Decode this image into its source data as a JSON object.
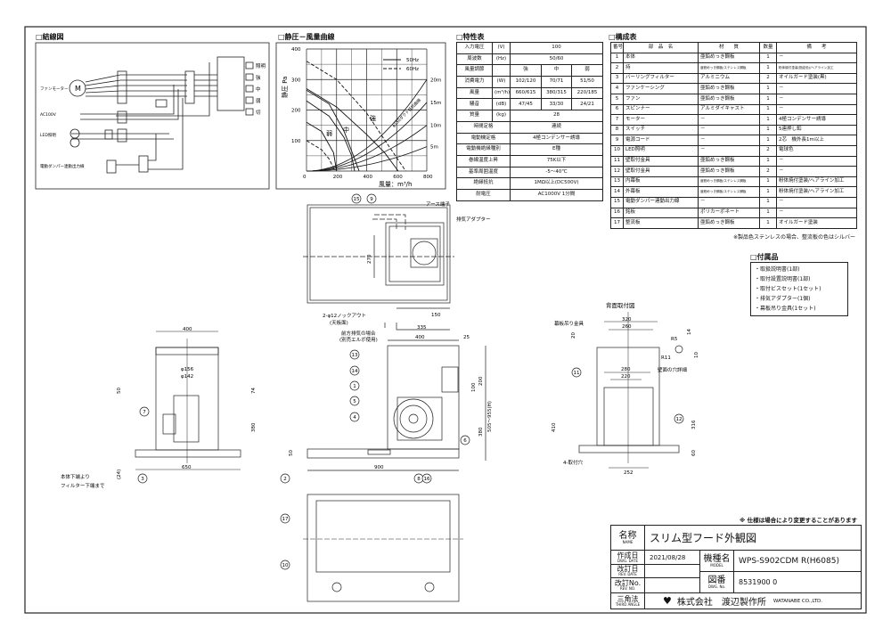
{
  "wiring": {
    "title": "□結線図",
    "fan_motor": "ファンモーター",
    "ac": "AC100V",
    "led": "LED照明",
    "damper": "電動ダンパー連動出力線",
    "motor_symbol": "M",
    "switch_labels": [
      "照明",
      "強",
      "中",
      "弱",
      "切"
    ]
  },
  "curve": {
    "title": "□静圧－風量曲線"
  },
  "chart_data": {
    "type": "line",
    "title": "□静圧－風量曲線",
    "xlabel": "風量：m³/h",
    "ylabel": "静圧 Pa",
    "xlim": [
      0,
      800
    ],
    "ylim": [
      0,
      400
    ],
    "xticks": [
      "0",
      "200",
      "400",
      "600",
      "800"
    ],
    "yticks": [
      "100",
      "200",
      "300",
      "400"
    ],
    "grid": true,
    "legend": [
      "50Hz",
      "60Hz"
    ],
    "legend_position": "top-right",
    "series": [
      {
        "name": "強 50Hz",
        "style": "solid",
        "points": [
          [
            0,
            270
          ],
          [
            200,
            210
          ],
          [
            400,
            120
          ],
          [
            520,
            60
          ],
          [
            610,
            0
          ]
        ]
      },
      {
        "name": "強 60Hz",
        "style": "dashed",
        "points": [
          [
            0,
            360
          ],
          [
            200,
            300
          ],
          [
            400,
            190
          ],
          [
            550,
            80
          ],
          [
            660,
            0
          ]
        ]
      },
      {
        "name": "中 50Hz",
        "style": "solid",
        "points": [
          [
            0,
            230
          ],
          [
            150,
            180
          ],
          [
            250,
            110
          ],
          [
            300,
            50
          ],
          [
            320,
            0
          ]
        ]
      },
      {
        "name": "中 60Hz",
        "style": "solid",
        "points": [
          [
            0,
            265
          ],
          [
            150,
            220
          ],
          [
            250,
            130
          ],
          [
            320,
            40
          ],
          [
            350,
            0
          ]
        ]
      },
      {
        "name": "弱 50Hz",
        "style": "solid",
        "points": [
          [
            0,
            160
          ],
          [
            100,
            130
          ],
          [
            180,
            60
          ],
          [
            200,
            0
          ]
        ]
      },
      {
        "name": "弱 60Hz",
        "style": "dashed",
        "points": [
          [
            0,
            100
          ],
          [
            100,
            70
          ],
          [
            150,
            40
          ],
          [
            190,
            0
          ]
        ]
      }
    ],
    "duct_curves": [
      {
        "label": "5m",
        "value_at_800": 80
      },
      {
        "label": "10m",
        "value_at_800": 150
      },
      {
        "label": "15m",
        "value_at_800": 225
      },
      {
        "label": "20m",
        "value_at_800": 300
      }
    ],
    "annotations": [
      "強",
      "中",
      "弱",
      "φ150ダクト抵抗曲線"
    ]
  },
  "spec": {
    "title": "□特性表",
    "rows": [
      [
        "入力電圧",
        "(V)",
        "100"
      ],
      [
        "周波数",
        "(Hz)",
        "50/60"
      ],
      [
        "風量調節",
        "",
        "強",
        "中",
        "弱"
      ],
      [
        "消費電力",
        "(W)",
        "102/120",
        "70/71",
        "51/50"
      ],
      [
        "風量",
        "(m³/h)",
        "660/615",
        "380/315",
        "220/185"
      ],
      [
        "騒音",
        "(dB)",
        "47/45",
        "33/30",
        "24/21"
      ],
      [
        "質量",
        "(kg)",
        "28"
      ],
      [
        "時間定格",
        "連続"
      ],
      [
        "電動機定格",
        "4極コンデンサー誘導"
      ],
      [
        "電動機絶縁種別",
        "E種"
      ],
      [
        "巻線温度上昇",
        "75K以下"
      ],
      [
        "基準周囲温度",
        "-5～40℃"
      ],
      [
        "絶縁抵抗",
        "1MΩ以上(DC500V)"
      ],
      [
        "耐電圧",
        "AC1000V 1分間"
      ]
    ]
  },
  "parts": {
    "title": "□構成表",
    "headers": [
      "番号",
      "部　品　名",
      "材　　質",
      "数量",
      "備　　考"
    ],
    "rows": [
      [
        "1",
        "本体",
        "亜鉛めっき鋼板",
        "1",
        "－"
      ],
      [
        "2",
        "持",
        "亜鉛めっき鋼板/ステンレス鋼板",
        "1",
        "粉体焼付塗装(指定色)/ヘアライン加工"
      ],
      [
        "3",
        "バーリングフィルター",
        "アルミニウム",
        "2",
        "オイルガード塗装(黒)"
      ],
      [
        "4",
        "ファンケーシング",
        "亜鉛めっき鋼板",
        "1",
        "－"
      ],
      [
        "5",
        "ファン",
        "亜鉛めっき鋼板",
        "1",
        "－"
      ],
      [
        "6",
        "スピンナー",
        "アルミダイキャスト",
        "1",
        "－"
      ],
      [
        "7",
        "モーター",
        "－",
        "1",
        "4極コンデンサー誘導"
      ],
      [
        "8",
        "スイッチ",
        "－",
        "1",
        "5連押し釦"
      ],
      [
        "9",
        "電源コード",
        "－",
        "1",
        "2芯　機外長1m以上"
      ],
      [
        "10",
        "LED照明",
        "－",
        "2",
        "電球色"
      ],
      [
        "11",
        "壁取付金具",
        "亜鉛めっき鋼板",
        "1",
        "－"
      ],
      [
        "12",
        "壁取付金具",
        "亜鉛めっき鋼板",
        "2",
        "－"
      ],
      [
        "13",
        "内幕板",
        "亜鉛めっき鋼板/ステンレス鋼板",
        "1",
        "粉体焼付塗装/ヘアライン加工"
      ],
      [
        "14",
        "外幕板",
        "亜鉛めっき鋼板/ステンレス鋼板",
        "1",
        "粉体焼付塗装/ヘアライン加工"
      ],
      [
        "15",
        "電動ダンパー連動出力線",
        "－",
        "1",
        "－"
      ],
      [
        "16",
        "銘板",
        "ポリカーボネート",
        "1",
        "－"
      ],
      [
        "17",
        "整流板",
        "亜鉛めっき鋼板",
        "1",
        "オイルガード塗装"
      ]
    ],
    "note": "※製品色ステンレスの場合、整流板の色はシルバー"
  },
  "accessories": {
    "title": "□付属品",
    "items": [
      "・取扱説明書(1部)",
      "・取付設置説明書(1部)",
      "・取付ビスセット(1セット)",
      "・排気アダプター(1個)",
      "・幕板吊り金具(1セット)"
    ]
  },
  "views": {
    "top": {
      "earth": "アース端子",
      "adapter": "排気アダプター",
      "knockout": "2-φ12ノックアウト",
      "knockout_sub": "(天板面)",
      "dims": [
        "270",
        "150",
        "335"
      ],
      "balloons": [
        "15",
        "9"
      ]
    },
    "front": {
      "dims": [
        "400",
        "φ156",
        "φ142",
        "50",
        "74",
        "380",
        "650",
        "(24)"
      ],
      "note1": "本体下端より",
      "note2": "フィルター下端まで",
      "balloons": [
        "7",
        "3"
      ]
    },
    "side": {
      "front_exhaust": "前方排気の場合",
      "front_exhaust_sub": "(別売エルボ使用)",
      "dims": [
        "400",
        "25",
        "200",
        "100",
        "380",
        "505～955(H)",
        "900",
        "50"
      ],
      "balloons": [
        "13",
        "14",
        "1",
        "5",
        "4",
        "6",
        "2",
        "8",
        "16"
      ]
    },
    "back": {
      "title": "背面取付図",
      "hanger": "幕板吊り金具",
      "hole": "壁面の穴詳細",
      "holes4": "4-取付穴",
      "dims": [
        "320",
        "260",
        "280",
        "220",
        "410",
        "316",
        "252",
        "20",
        "R5",
        "14",
        "R11",
        "10",
        "60"
      ],
      "balloons": [
        "11",
        "12"
      ]
    },
    "bottom": {
      "balloons": [
        "17",
        "10"
      ]
    }
  },
  "title_block": {
    "note": "※ 仕様は場合により変更することがあります",
    "name_label": "名称",
    "name_en": "NAME",
    "name": "スリム型フード外観図",
    "made_label": "作成日",
    "made_en": "DWG. DATE",
    "made": "2021/08/28",
    "rev_label": "改訂日",
    "rev_en": "REV. DATE",
    "revno_label": "改訂No.",
    "revno_en": "REV. NO.",
    "model_label": "機種名",
    "model_en": "MODEL",
    "model": "WPS-S902CDM R(H6085)",
    "dwg_label": "図番",
    "dwg_en": "DWG. No.",
    "dwg": "8531900 0",
    "angle_label": "三角法",
    "angle_en": "THIRD ANGLE",
    "company": "株式会社　渡辺製作所",
    "company_en": "WATANABE CO.,LTD."
  }
}
